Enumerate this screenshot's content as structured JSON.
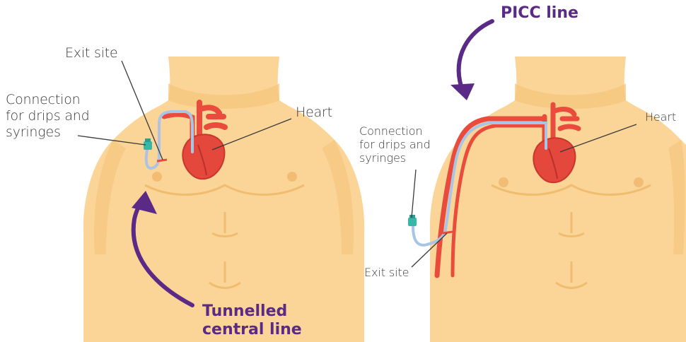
{
  "left_panel": {
    "title": "Tunnelled\ncentral line",
    "labels": {
      "exit_site": "Exit site",
      "connection": "Connection\nfor drips and\nsyringes",
      "heart": "Heart"
    }
  },
  "right_panel": {
    "title": "PICC line",
    "labels": {
      "exit_site": "Exit site",
      "connection": "Connection\nfor drips and\nsyringes",
      "heart": "Heart"
    }
  },
  "colors": {
    "skin": "#fbd597",
    "skin_shade": "#f5c57a",
    "vessel": "#e94b3c",
    "heart": "#e4473b",
    "catheter": "#a9c4e6",
    "connector": "#37b7a8",
    "arrow": "#5b2a86",
    "label_text": "#3a3a3a"
  }
}
